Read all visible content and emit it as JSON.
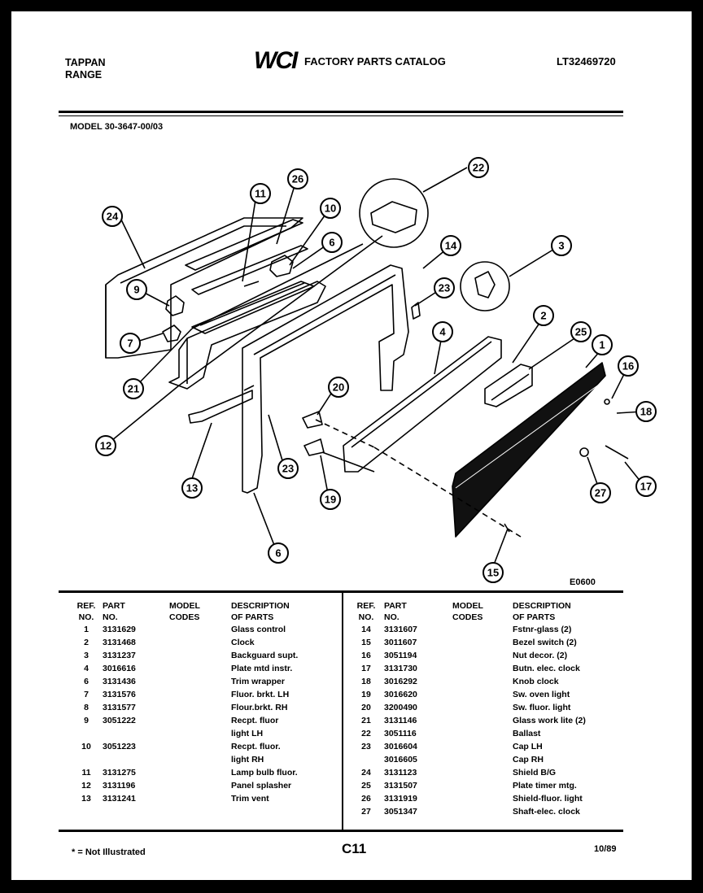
{
  "header": {
    "brand_line1": "TAPPAN",
    "brand_line2": "RANGE",
    "logo_text": "WCI",
    "catalog_title": "FACTORY PARTS CATALOG",
    "catalog_number": "LT32469720"
  },
  "model_line": "MODEL 30-3647-00/03",
  "diagram": {
    "figure_code": "E0600",
    "callouts": [
      "1",
      "2",
      "3",
      "4",
      "6",
      "6",
      "7",
      "9",
      "10",
      "11",
      "12",
      "13",
      "14",
      "15",
      "16",
      "17",
      "18",
      "19",
      "20",
      "21",
      "22",
      "23",
      "23",
      "24",
      "25",
      "26",
      "27"
    ]
  },
  "table": {
    "headers": {
      "ref": [
        "REF.",
        "NO."
      ],
      "part": [
        "PART",
        "NO."
      ],
      "codes": [
        "MODEL",
        "CODES"
      ],
      "desc": [
        "DESCRIPTION",
        "OF PARTS"
      ]
    },
    "left_rows": [
      {
        "ref": "1",
        "part": "3131629",
        "desc": "Glass control"
      },
      {
        "ref": "2",
        "part": "3131468",
        "desc": "Clock"
      },
      {
        "ref": "3",
        "part": "3131237",
        "desc": "Backguard supt."
      },
      {
        "ref": "4",
        "part": "3016616",
        "desc": "Plate mtd instr."
      },
      {
        "ref": "6",
        "part": "3131436",
        "desc": "Trim wrapper"
      },
      {
        "ref": "7",
        "part": "3131576",
        "desc": "Fluor. brkt. LH"
      },
      {
        "ref": "8",
        "part": "3131577",
        "desc": "Flour.brkt. RH"
      },
      {
        "ref": "9",
        "part": "3051222",
        "desc": "Recpt. fluor"
      },
      {
        "ref": "",
        "part": "",
        "desc": "light LH"
      },
      {
        "ref": "10",
        "part": "3051223",
        "desc": "Recpt. fluor."
      },
      {
        "ref": "",
        "part": "",
        "desc": "light RH"
      },
      {
        "ref": "11",
        "part": "3131275",
        "desc": "Lamp bulb fluor."
      },
      {
        "ref": "12",
        "part": "3131196",
        "desc": "Panel splasher"
      },
      {
        "ref": "13",
        "part": "3131241",
        "desc": "Trim vent"
      }
    ],
    "right_rows": [
      {
        "ref": "14",
        "part": "3131607",
        "desc": "Fstnr-glass (2)"
      },
      {
        "ref": "15",
        "part": "3011607",
        "desc": "Bezel switch (2)"
      },
      {
        "ref": "16",
        "part": "3051194",
        "desc": "Nut decor. (2)"
      },
      {
        "ref": "17",
        "part": "3131730",
        "desc": "Butn. elec. clock"
      },
      {
        "ref": "18",
        "part": "3016292",
        "desc": "Knob clock"
      },
      {
        "ref": "19",
        "part": "3016620",
        "desc": "Sw. oven light"
      },
      {
        "ref": "20",
        "part": "3200490",
        "desc": "Sw. fluor. light"
      },
      {
        "ref": "21",
        "part": "3131146",
        "desc": "Glass work lite (2)"
      },
      {
        "ref": "22",
        "part": "3051116",
        "desc": "Ballast"
      },
      {
        "ref": "23",
        "part": "3016604",
        "desc": "Cap LH"
      },
      {
        "ref": "",
        "part": "3016605",
        "desc": "Cap RH"
      },
      {
        "ref": "24",
        "part": "3131123",
        "desc": "Shield B/G"
      },
      {
        "ref": "25",
        "part": "3131507",
        "desc": "Plate timer mtg."
      },
      {
        "ref": "26",
        "part": "3131919",
        "desc": "Shield-fluor. light"
      },
      {
        "ref": "27",
        "part": "3051347",
        "desc": "Shaft-elec. clock"
      }
    ]
  },
  "footer": {
    "note": "* = Not Illustrated",
    "page_code": "C11",
    "date": "10/89"
  }
}
